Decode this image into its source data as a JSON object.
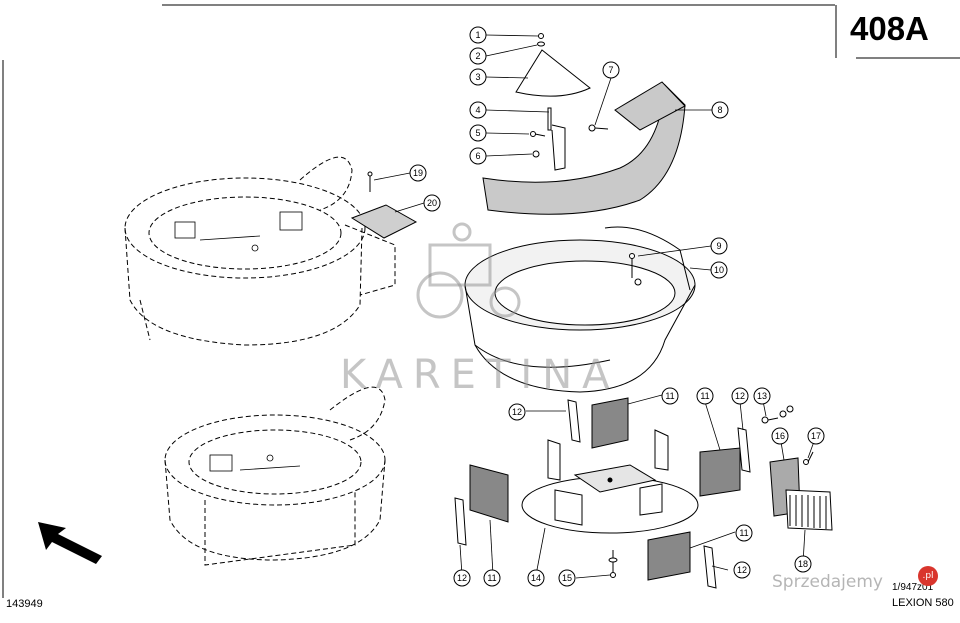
{
  "page_number": "408A",
  "drawing_number": "143949",
  "reference_code": "1/947z01",
  "model": "LEXION 580",
  "watermark": "KARETINA",
  "site_logo": {
    "label": "Sprzedajemy",
    "badge": ".pl"
  },
  "callouts": [
    "1",
    "2",
    "3",
    "4",
    "5",
    "6",
    "7",
    "8",
    "9",
    "10",
    "11",
    "11",
    "11",
    "11",
    "11",
    "11",
    "12",
    "12",
    "12",
    "12",
    "12",
    "13",
    "14",
    "15",
    "16",
    "17",
    "18",
    "19",
    "20"
  ]
}
